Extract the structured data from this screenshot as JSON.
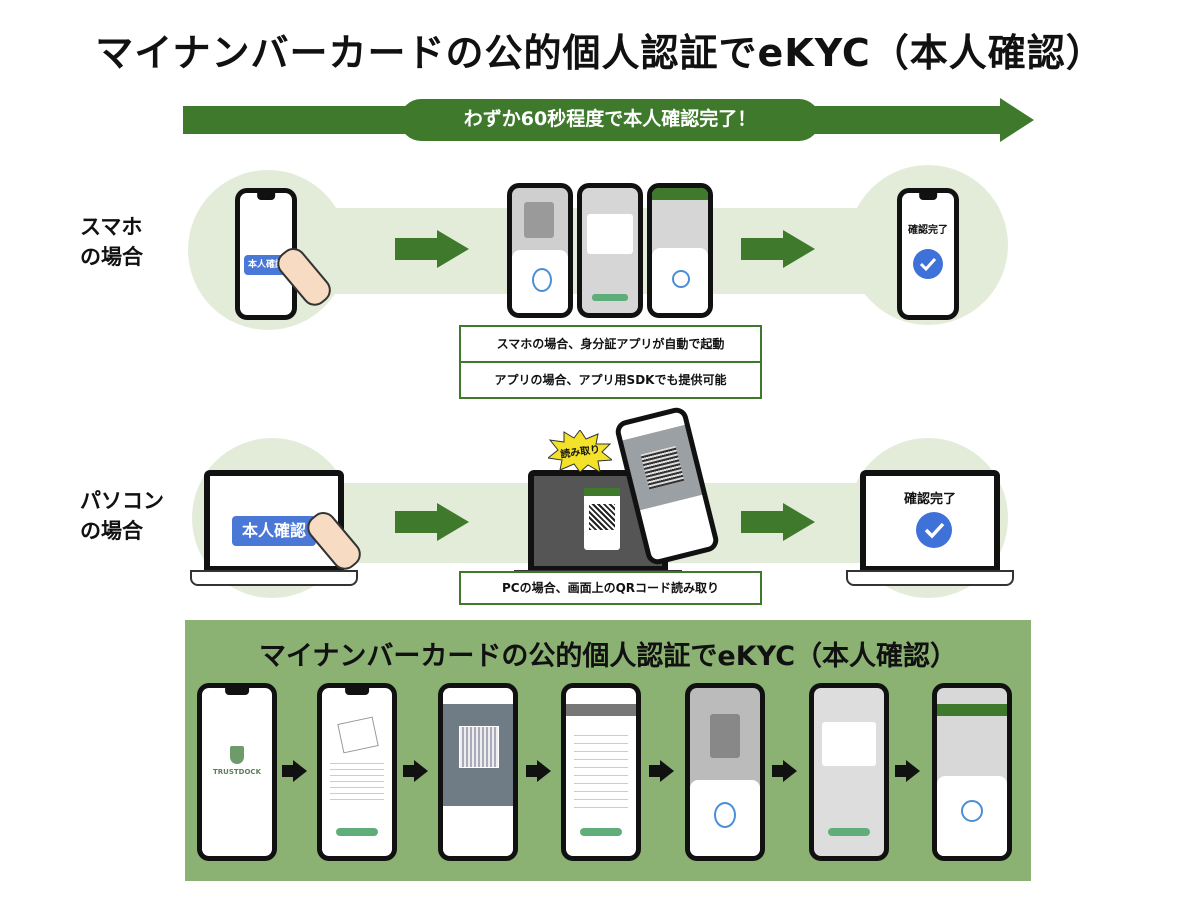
{
  "title": "マイナンバーカードの公的個人認証でeKYC（本人確認）",
  "banner": "わずか60秒程度で本人確認完了！",
  "smartphone": {
    "label_line1": "スマホ",
    "label_line2": "の場合",
    "button": "本人確認",
    "done": "確認完了",
    "notes": [
      "スマホの場合、身分証アプリが自動で起動",
      "アプリの場合、アプリ用SDKでも提供可能"
    ]
  },
  "pc": {
    "label_line1": "パソコン",
    "label_line2": "の場合",
    "button": "本人確認",
    "burst": "読み取り",
    "done": "確認完了",
    "note": "PCの場合、画面上のQRコード読み取り"
  },
  "bottom": {
    "title": "マイナンバーカードの公的個人認証でeKYC（本人確認）",
    "logo_text": "TRUSTDOCK"
  },
  "colors": {
    "green": "#3f7a2c",
    "light_green": "#e3ecd9",
    "panel_green": "#8bb173",
    "blue": "#3f72d8"
  }
}
